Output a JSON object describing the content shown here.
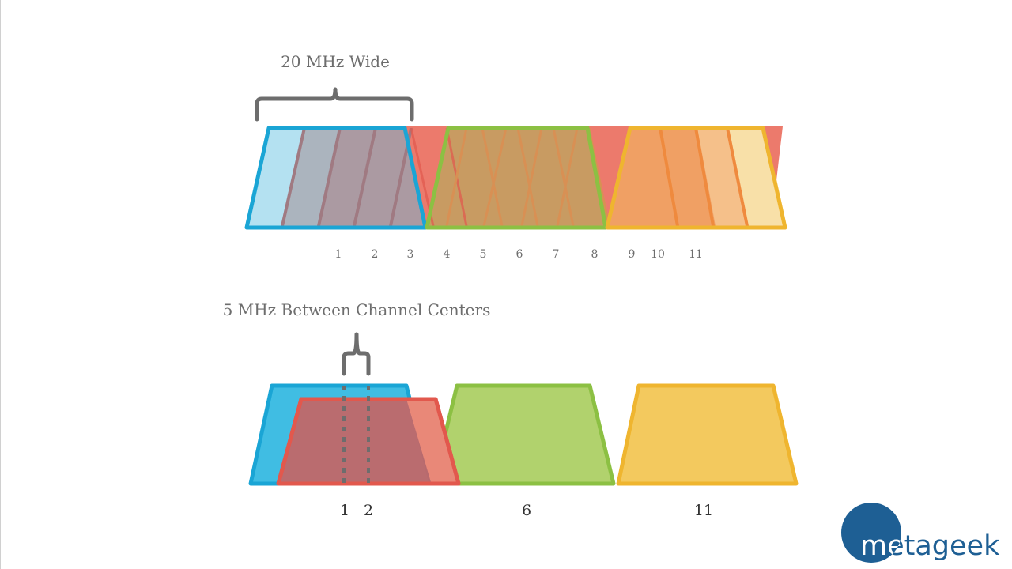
{
  "top_label": "20 MHz Wide",
  "mid_label": "5 MHz Between Channel Centers",
  "top_channels": [
    "1",
    "2",
    "3",
    "4",
    "5",
    "6",
    "7",
    "8",
    "9",
    "10",
    "11"
  ],
  "bottom_channels": [
    "1",
    "2",
    "6",
    "11"
  ],
  "brand": {
    "name": "metageek",
    "color": "#1e5f94"
  },
  "colors": {
    "channel1": "#1aa5d5",
    "channel2": "#e2584d",
    "channel6": "#8cc043",
    "channel11": "#efb52f",
    "bracket": "#6d6d6d"
  }
}
